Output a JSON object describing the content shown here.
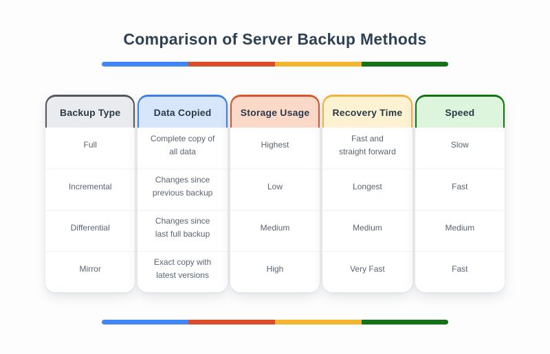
{
  "title": "Comparison of Server Backup Methods",
  "divider": {
    "colors": [
      "#4285F4",
      "#DB4C2B",
      "#F3B52F",
      "#157115"
    ]
  },
  "columns": [
    {
      "header": "Backup Type",
      "accent": "#53575c",
      "header_bg": "#e9ebee",
      "cells": [
        "Full",
        "Incremental",
        "Differential",
        "Mirror"
      ]
    },
    {
      "header": "Data Copied",
      "accent": "#3d7de2",
      "header_bg": "#d8e6fb",
      "cells": [
        "Complete copy of\nall data",
        "Changes since\nprevious backup",
        "Changes since\nlast full backup",
        "Exact copy with\nlatest versions"
      ]
    },
    {
      "header": "Storage Usage",
      "accent": "#d9542d",
      "header_bg": "#fbd9c9",
      "cells": [
        "Highest",
        "Low",
        "Medium",
        "High"
      ]
    },
    {
      "header": "Recovery Time",
      "accent": "#edb437",
      "header_bg": "#fdf3d2",
      "cells": [
        "Fast and\nstraight forward",
        "Longest",
        "Medium",
        "Very Fast"
      ]
    },
    {
      "header": "Speed",
      "accent": "#0e720e",
      "header_bg": "#ddf5dd",
      "cells": [
        "Slow",
        "Fast",
        "Medium",
        "Fast"
      ]
    }
  ],
  "chart_data": {
    "type": "table",
    "title": "Comparison of Server Backup Methods",
    "columns": [
      "Backup Type",
      "Data Copied",
      "Storage Usage",
      "Recovery Time",
      "Speed"
    ],
    "rows": [
      [
        "Full",
        "Complete copy of all data",
        "Highest",
        "Fast and straight forward",
        "Slow"
      ],
      [
        "Incremental",
        "Changes since previous backup",
        "Low",
        "Longest",
        "Fast"
      ],
      [
        "Differential",
        "Changes since last full backup",
        "Medium",
        "Medium",
        "Medium"
      ],
      [
        "Mirror",
        "Exact copy with latest versions",
        "High",
        "Very Fast",
        "Fast"
      ]
    ]
  }
}
